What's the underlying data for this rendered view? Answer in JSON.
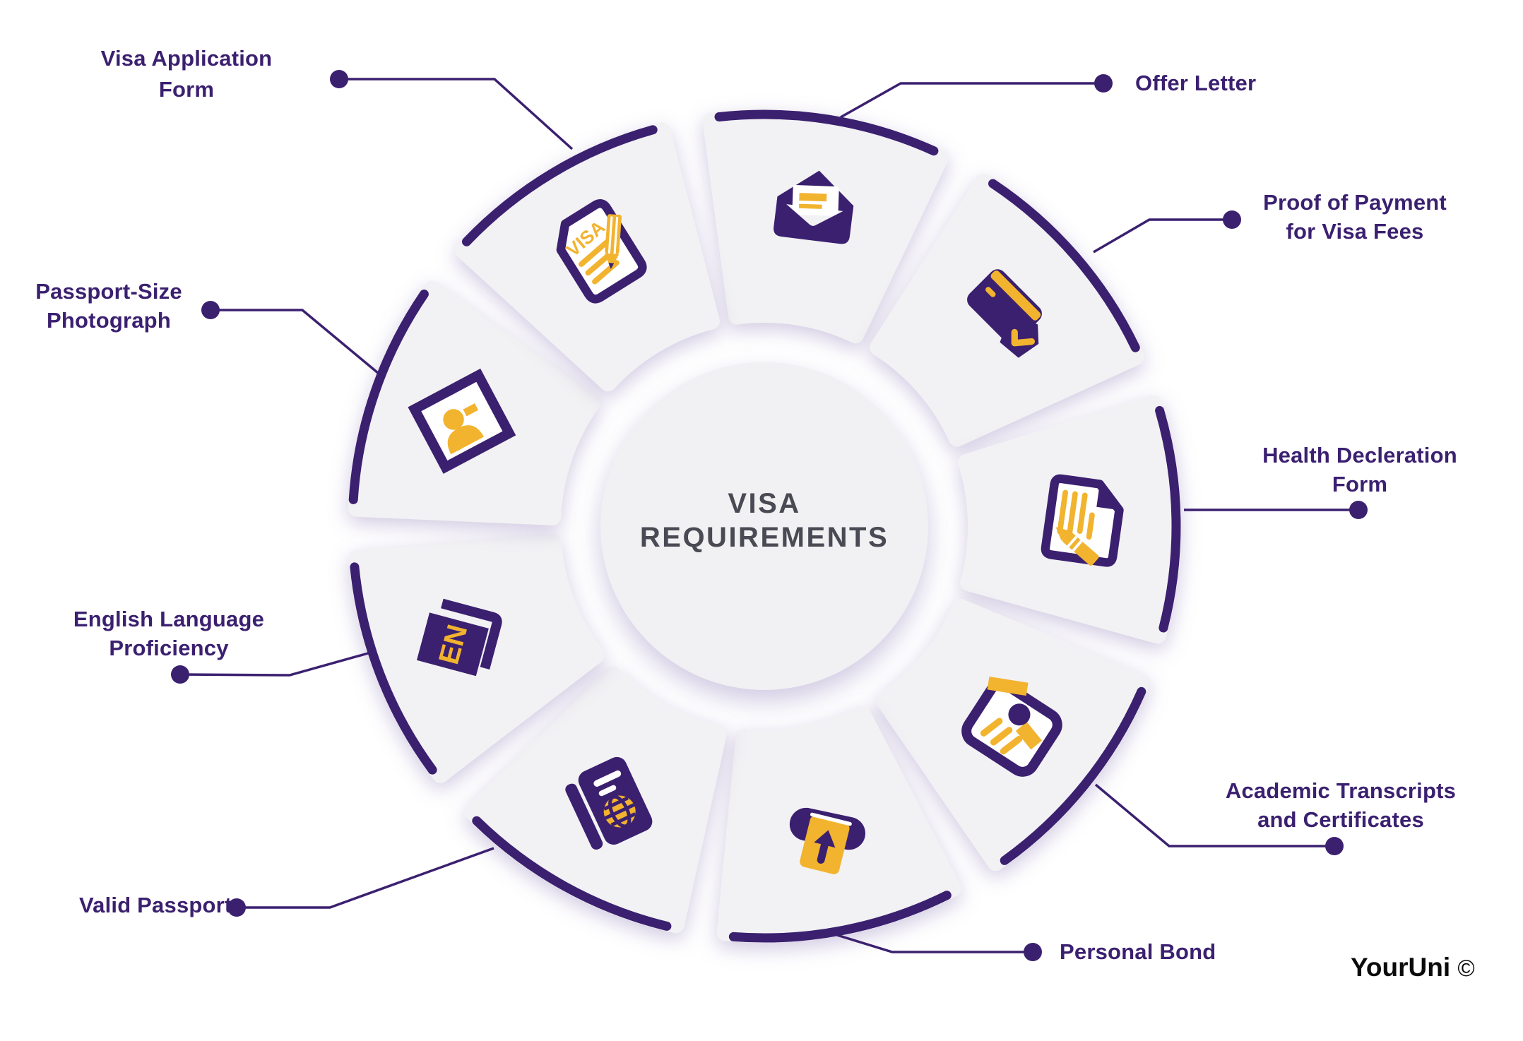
{
  "center_title": "VISA REQUIREMENTS",
  "credit": {
    "name": "YourUni",
    "symbol": "©"
  },
  "colors": {
    "purple": "#3b2070",
    "yellow": "#f2b32e",
    "segment_fill": "#f2f2f4",
    "title_text": "#4a4a54"
  },
  "items": [
    {
      "label": "Offer Letter",
      "icon": "envelope-icon"
    },
    {
      "label": "Proof of Payment for Visa Fees",
      "icon": "credit-card-icon"
    },
    {
      "label": "Health Decleration Form",
      "icon": "health-form-icon"
    },
    {
      "label": "Academic Transcripts and Certificates",
      "icon": "certificate-icon"
    },
    {
      "label": "Personal Bond",
      "icon": "card-insert-icon"
    },
    {
      "label": "Valid Passport",
      "icon": "passport-icon"
    },
    {
      "label": "English Language Proficiency",
      "icon": "en-book-icon"
    },
    {
      "label": "Passport-Size Photograph",
      "icon": "photo-icon"
    },
    {
      "label": "Visa Application Form",
      "icon": "visa-document-icon"
    }
  ]
}
